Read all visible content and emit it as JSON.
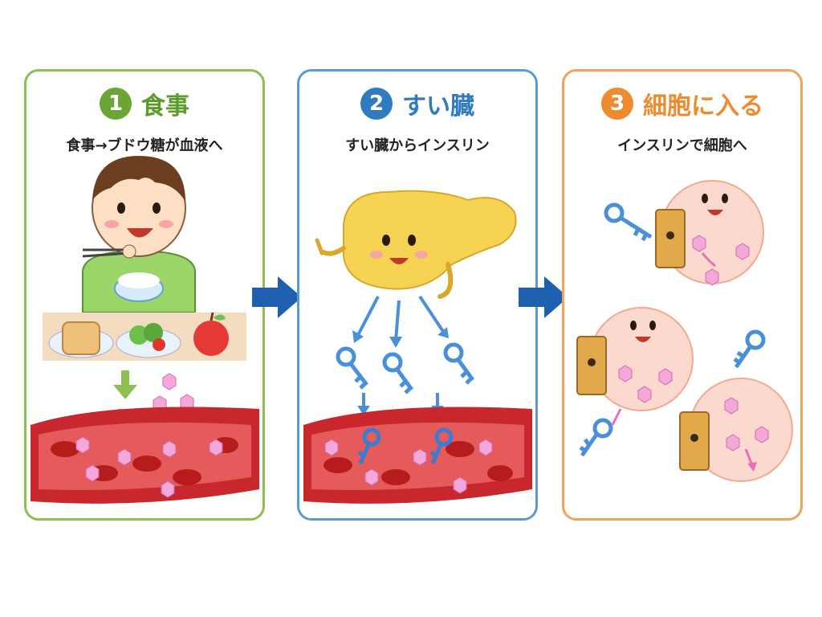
{
  "panels": [
    {
      "number": "1",
      "title": "食事",
      "subtitle": "食事→ブドウ糖が血液へ"
    },
    {
      "number": "2",
      "title": "すい臓",
      "subtitle": "すい臓からインスリン"
    },
    {
      "number": "3",
      "title": "細胞に入る",
      "subtitle": "インスリンで細胞へ"
    }
  ],
  "colors": {
    "panel1_border": "#8cc152",
    "panel2_border": "#5b9bd5",
    "panel3_border": "#f4a259",
    "flow_arrow": "#1f5fb0",
    "glucose": "#f3a8d9",
    "insulin_key": "#4a90d9",
    "blood_vessel": "#c8272d"
  },
  "icons": [
    "boy-eating-icon",
    "pancreas-mascot-icon",
    "insulin-key-icon",
    "glucose-hexagon-icon",
    "cell-door-icon",
    "blood-vessel-icon"
  ]
}
